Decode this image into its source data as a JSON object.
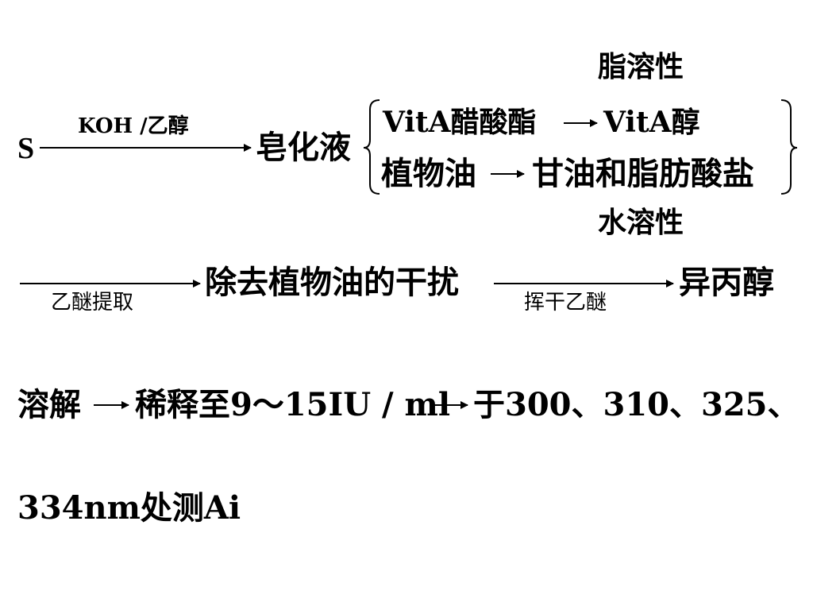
{
  "row1": {
    "sample": "S",
    "reagent": "KOH /乙醇",
    "product": "皂化液"
  },
  "branch_upper": {
    "heading": "脂溶性",
    "left": "VitA醋酸酯",
    "right": "VitA醇"
  },
  "branch_lower": {
    "left": "植物油",
    "right": "甘油和脂肪酸盐",
    "heading": "水溶性"
  },
  "row3": {
    "step1_label": "乙醚提取",
    "step1_result": "除去植物油的干扰",
    "step2_label": "挥干乙醚",
    "step2_result": "异丙醇"
  },
  "row4": {
    "part1": "溶解",
    "part2": "稀释至9～15IU / ml",
    "part3": "于300、310、325、"
  },
  "row5": {
    "text": "334nm处测Ai"
  }
}
